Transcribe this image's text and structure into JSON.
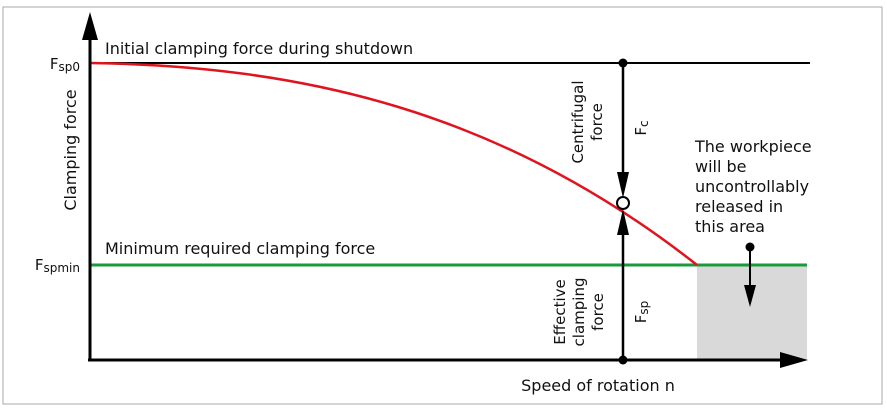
{
  "diagram": {
    "y_axis_label": "Clamping force",
    "x_axis_label": "Speed of rotation n",
    "fsp0_label": {
      "main": "F",
      "sub": "sp0"
    },
    "fspmin_label": {
      "main": "F",
      "sub": "spmin"
    },
    "initial_line_label": "Initial clamping force during shutdown",
    "minimum_line_label": "Minimum required clamping force",
    "centrifugal_label": [
      "Centrifugal",
      "force"
    ],
    "fc_label": {
      "main": "F",
      "sub": "c"
    },
    "effective_label": [
      "Effective",
      "clamping",
      "force"
    ],
    "fsp_label": {
      "main": "F",
      "sub": "sp"
    },
    "release_note": [
      "The workpiece",
      "will be",
      "uncontrollably",
      "released in",
      "this area"
    ],
    "colors": {
      "curve": "#e0141e",
      "minimum": "#1a9a3a",
      "area": "#d9d9d9",
      "axis": "#000000"
    }
  }
}
